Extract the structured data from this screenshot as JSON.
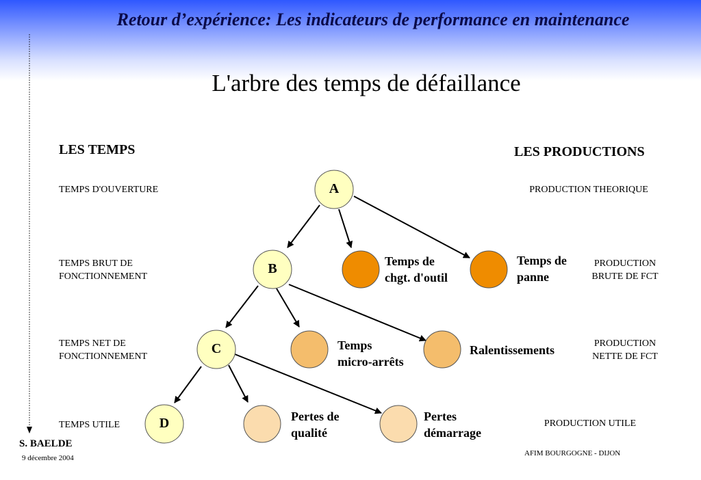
{
  "header": {
    "title": "Retour d’expérience: Les indicateurs de performance en maintenance"
  },
  "slide": {
    "title": "L'arbre des temps de défaillance"
  },
  "columns": {
    "left_heading": "LES TEMPS",
    "right_heading": "LES PRODUCTIONS"
  },
  "time_levels": [
    {
      "line1": "TEMPS D'OUVERTURE",
      "line2": ""
    },
    {
      "line1": "TEMPS BRUT DE",
      "line2": "FONCTIONNEMENT"
    },
    {
      "line1": "TEMPS NET DE",
      "line2": "FONCTIONNEMENT"
    },
    {
      "line1": "TEMPS UTILE",
      "line2": ""
    }
  ],
  "production_levels": [
    {
      "line1": "PRODUCTION  THEORIQUE",
      "line2": ""
    },
    {
      "line1": "PRODUCTION",
      "line2": "BRUTE DE FCT"
    },
    {
      "line1": "PRODUCTION",
      "line2": "NETTE DE FCT"
    },
    {
      "line1": "PRODUCTION  UTILE",
      "line2": ""
    }
  ],
  "main_nodes": [
    "A",
    "B",
    "C",
    "D"
  ],
  "loss_nodes": {
    "tool_change": {
      "line1": "Temps de",
      "line2": "chgt. d'outil"
    },
    "breakdown": {
      "line1": "Temps de",
      "line2": "panne"
    },
    "micro_stops": {
      "line1": "Temps",
      "line2": "micro-arrêts"
    },
    "slowdowns": {
      "line1": "Ralentissements",
      "line2": ""
    },
    "quality_losses": {
      "line1": "Pertes de",
      "line2": "qualité"
    },
    "startup_losses": {
      "line1": "Pertes",
      "line2": "démarrage"
    }
  },
  "colors": {
    "main_node_fill": "#ffffc0",
    "level1_loss_fill": "#ef8c00",
    "level2_loss_fill": "#f4bd6c",
    "level3_loss_fill": "#fbdcae",
    "banner": "#2f57ff",
    "header_text": "#0b0b4a"
  },
  "footer": {
    "author": "S. BAELDE",
    "date": "9 décembre 2004",
    "organization": "AFIM BOURGOGNE - DIJON"
  }
}
